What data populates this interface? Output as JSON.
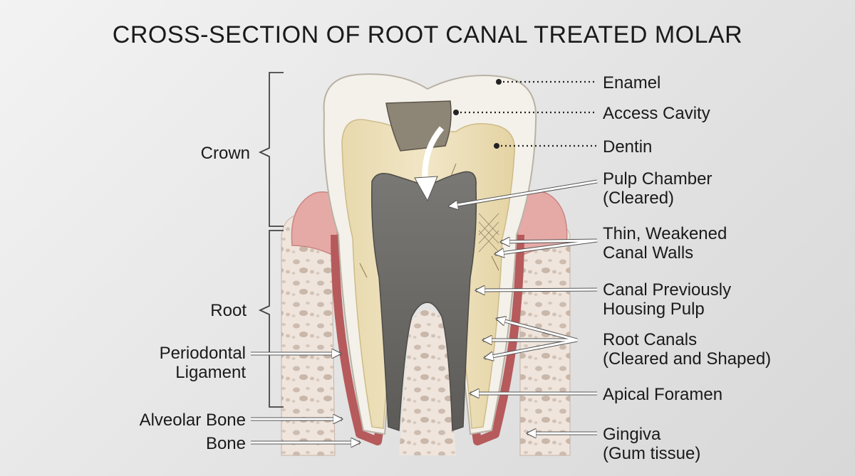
{
  "title": "CROSS-SECTION OF ROOT CANAL TREATED MOLAR",
  "labels": {
    "enamel": "Enamel",
    "access_cavity": "Access Cavity",
    "dentin": "Dentin",
    "pulp_chamber_1": "Pulp Chamber",
    "pulp_chamber_2": "(Cleared)",
    "canal_walls_1": "Thin, Weakened",
    "canal_walls_2": "Canal Walls",
    "canal_pulp_1": "Canal Previously",
    "canal_pulp_2": "Housing Pulp",
    "root_canals_1": "Root Canals",
    "root_canals_2": "(Cleared and Shaped)",
    "apical_foramen": "Apical Foramen",
    "gingiva_1": "Gingiva",
    "gingiva_2": "(Gum tissue)",
    "crown": "Crown",
    "root": "Root",
    "periodontal_1": "Periodontal",
    "periodontal_2": "Ligament",
    "alveolar_bone": "Alveolar Bone",
    "bone": "Bone"
  },
  "colors": {
    "enamel": "#f4f1ea",
    "dentin": "#ede0b8",
    "pulp": "#6f6d69",
    "filling": "#8d8676",
    "gingiva": "#e3a8a5",
    "bone": "#eadfd6",
    "ligament": "#b6585a"
  }
}
